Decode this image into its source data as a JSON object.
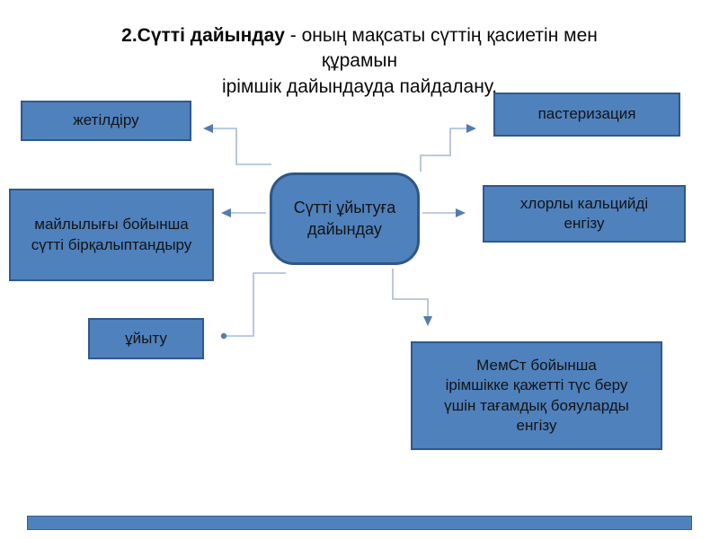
{
  "slide": {
    "title": {
      "line1_bold": "2.Сүтті дайындау",
      "line1_rest": " - оның мақсаты сүттің қасиетін мен құрамын",
      "line2": "ірімшік дайындауда пайдалану."
    },
    "diagram": {
      "center": {
        "label": "Сүтті ұйытуға дайындау"
      },
      "left_nodes": [
        "жетілдіру",
        "майлылығы бойынша сүтті бірқалыптандыру",
        "ұйыту"
      ],
      "right_nodes": [
        "пастеризация",
        "хлорлы кальцийді енгізу",
        "МемСт бойынша ірімшікке қажетті түс беру үшін тағамдық бояуларды енгізу"
      ],
      "arrows_from_center_to": [
        "жетілдіру",
        "майлылығы бойынша сүтті бірқалыптандыру",
        "ұйыту",
        "пастеризация",
        "хлорлы кальцийді енгізу",
        "МемСт бойынша ірімшікке қажетті түс беру үшін тағамдық бояуларды енгізу"
      ]
    },
    "colors": {
      "node_fill": "#4f81bd",
      "node_border": "#30588c",
      "connector_line": "#a6bad8",
      "arrowhead": "#537bb0",
      "title_text": "#0a0a0a",
      "node_text": "#141414",
      "background": "#ffffff"
    }
  }
}
